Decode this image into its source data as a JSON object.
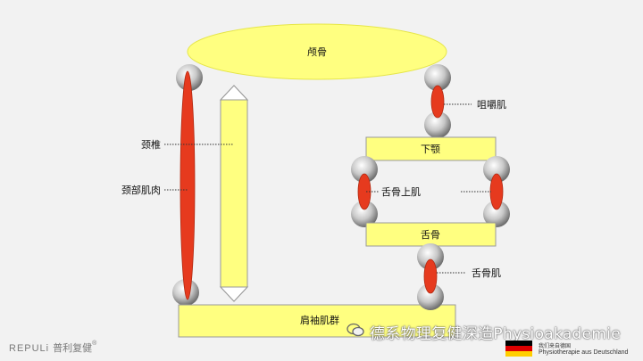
{
  "labels": {
    "skull": "颅骨",
    "masseter": "咀嚼肌",
    "cervical": "颈椎",
    "mandible": "下颚",
    "neck_muscle": "颈部肌肉",
    "suprahyoid": "舌骨上肌",
    "hyoid": "舌骨",
    "infrahyoid": "舌骨肌",
    "shoulder": "肩袖肌群"
  },
  "watermark": {
    "text": "德系物理复健深造Physioakademie",
    "tagline_cn": "我们来自德国",
    "tagline_en": "Physiotherapie aus Deutschland"
  },
  "logo": {
    "brand": "REPULi",
    "cn": "普利复健",
    "mark": "®"
  },
  "colors": {
    "background": "#f2f2f2",
    "bone": "#ffff99",
    "bone_stroke": "#808080",
    "muscle": "#e63a1e",
    "joint": "#bfbfbf",
    "flag_black": "#000000",
    "flag_red": "#dd0000",
    "flag_gold": "#ffce00"
  }
}
